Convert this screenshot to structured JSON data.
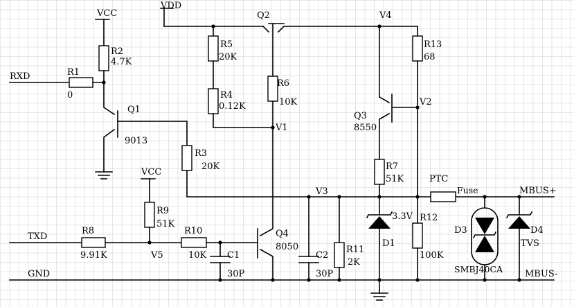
{
  "nets": {
    "vcc_top": "VCC",
    "vdd": "VDD",
    "vcc_mid": "VCC",
    "v1": "V1",
    "v2": "V2",
    "v3": "V3",
    "v4": "V4",
    "v5": "V5",
    "rxd": "RXD",
    "txd": "TXD",
    "gnd": "GND",
    "mbus_pos": "MBUS+",
    "mbus_neg": "MBUS-"
  },
  "resistors": [
    {
      "ref": "R1",
      "value": "0"
    },
    {
      "ref": "R2",
      "value": "4.7K"
    },
    {
      "ref": "R3",
      "value": "20K"
    },
    {
      "ref": "R4",
      "value": "0.12K"
    },
    {
      "ref": "R5",
      "value": "20K"
    },
    {
      "ref": "R6",
      "value": "10K"
    },
    {
      "ref": "R7",
      "value": "51K"
    },
    {
      "ref": "R8",
      "value": "9.91K"
    },
    {
      "ref": "R9",
      "value": "51K"
    },
    {
      "ref": "R10",
      "value": "10K"
    },
    {
      "ref": "R11",
      "value": "2K"
    },
    {
      "ref": "R12",
      "value": "100K"
    },
    {
      "ref": "R13",
      "value": "68"
    }
  ],
  "capacitors": [
    {
      "ref": "C1",
      "value": "30P"
    },
    {
      "ref": "C2",
      "value": "30P"
    }
  ],
  "transistors": [
    {
      "ref": "Q1",
      "part": "9013"
    },
    {
      "ref": "Q2",
      "part": ""
    },
    {
      "ref": "Q3",
      "part": "8550"
    },
    {
      "ref": "Q4",
      "part": "8050"
    }
  ],
  "diodes": [
    {
      "ref": "D1",
      "value": "3.3V"
    },
    {
      "ref": "D3",
      "value": "SMBJ40CA"
    },
    {
      "ref": "D4",
      "value": "TVS"
    }
  ],
  "fuse": {
    "label": "PTC",
    "sublabel": "Fuse"
  }
}
